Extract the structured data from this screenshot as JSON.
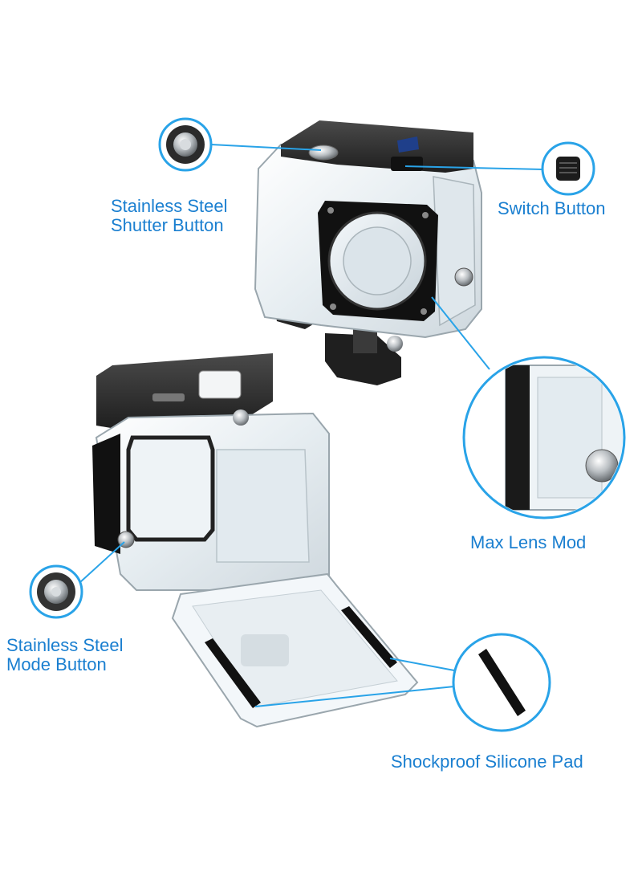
{
  "labels": {
    "shutter_button": {
      "line1": "Stainless Steel",
      "line2": "Shutter Button"
    },
    "switch_button": "Switch Button",
    "max_lens_mod": "Max Lens Mod",
    "mode_button": {
      "line1": "Stainless Steel",
      "line2": "Mode Button"
    },
    "silicone_pad": "Shockproof Silicone Pad"
  },
  "colors": {
    "accent": "#1a7fd0",
    "leader_line": "#29a3e8",
    "housing_black": "#2b2b2b",
    "housing_clear": "#eef3f6",
    "background": "#ffffff"
  },
  "icons": [
    "shutter-button-icon",
    "switch-button-icon",
    "max-lens-mod-icon",
    "mode-button-icon",
    "silicone-pad-icon"
  ]
}
